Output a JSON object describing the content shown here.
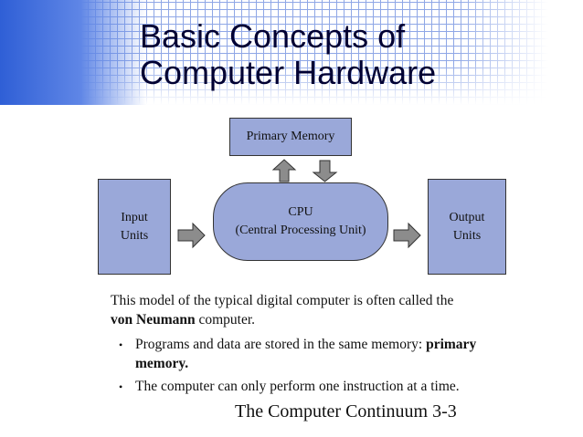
{
  "title": "Basic Concepts of\nComputer Hardware",
  "diagram": {
    "primary_memory": "Primary Memory",
    "input_units": "Input\nUnits",
    "cpu": "CPU\n(Central Processing Unit)",
    "output_units": "Output\nUnits"
  },
  "colors": {
    "box_fill": "#9aa8d9",
    "title_color": "#000033",
    "header_blue": "#2f5fd6"
  },
  "bullets": {
    "main_symbol": "",
    "main_part1": "This model of the typical digital computer is often called the",
    "main_bold": "von Neumann",
    "main_part2": " computer.",
    "sub1_part1": "Programs and data are stored in the same memory: ",
    "sub1_bold1": "primary",
    "sub1_bold2": "memory.",
    "sub2": "The computer can only perform one instruction at a time."
  },
  "footer": "The Computer Continuum   3-3"
}
